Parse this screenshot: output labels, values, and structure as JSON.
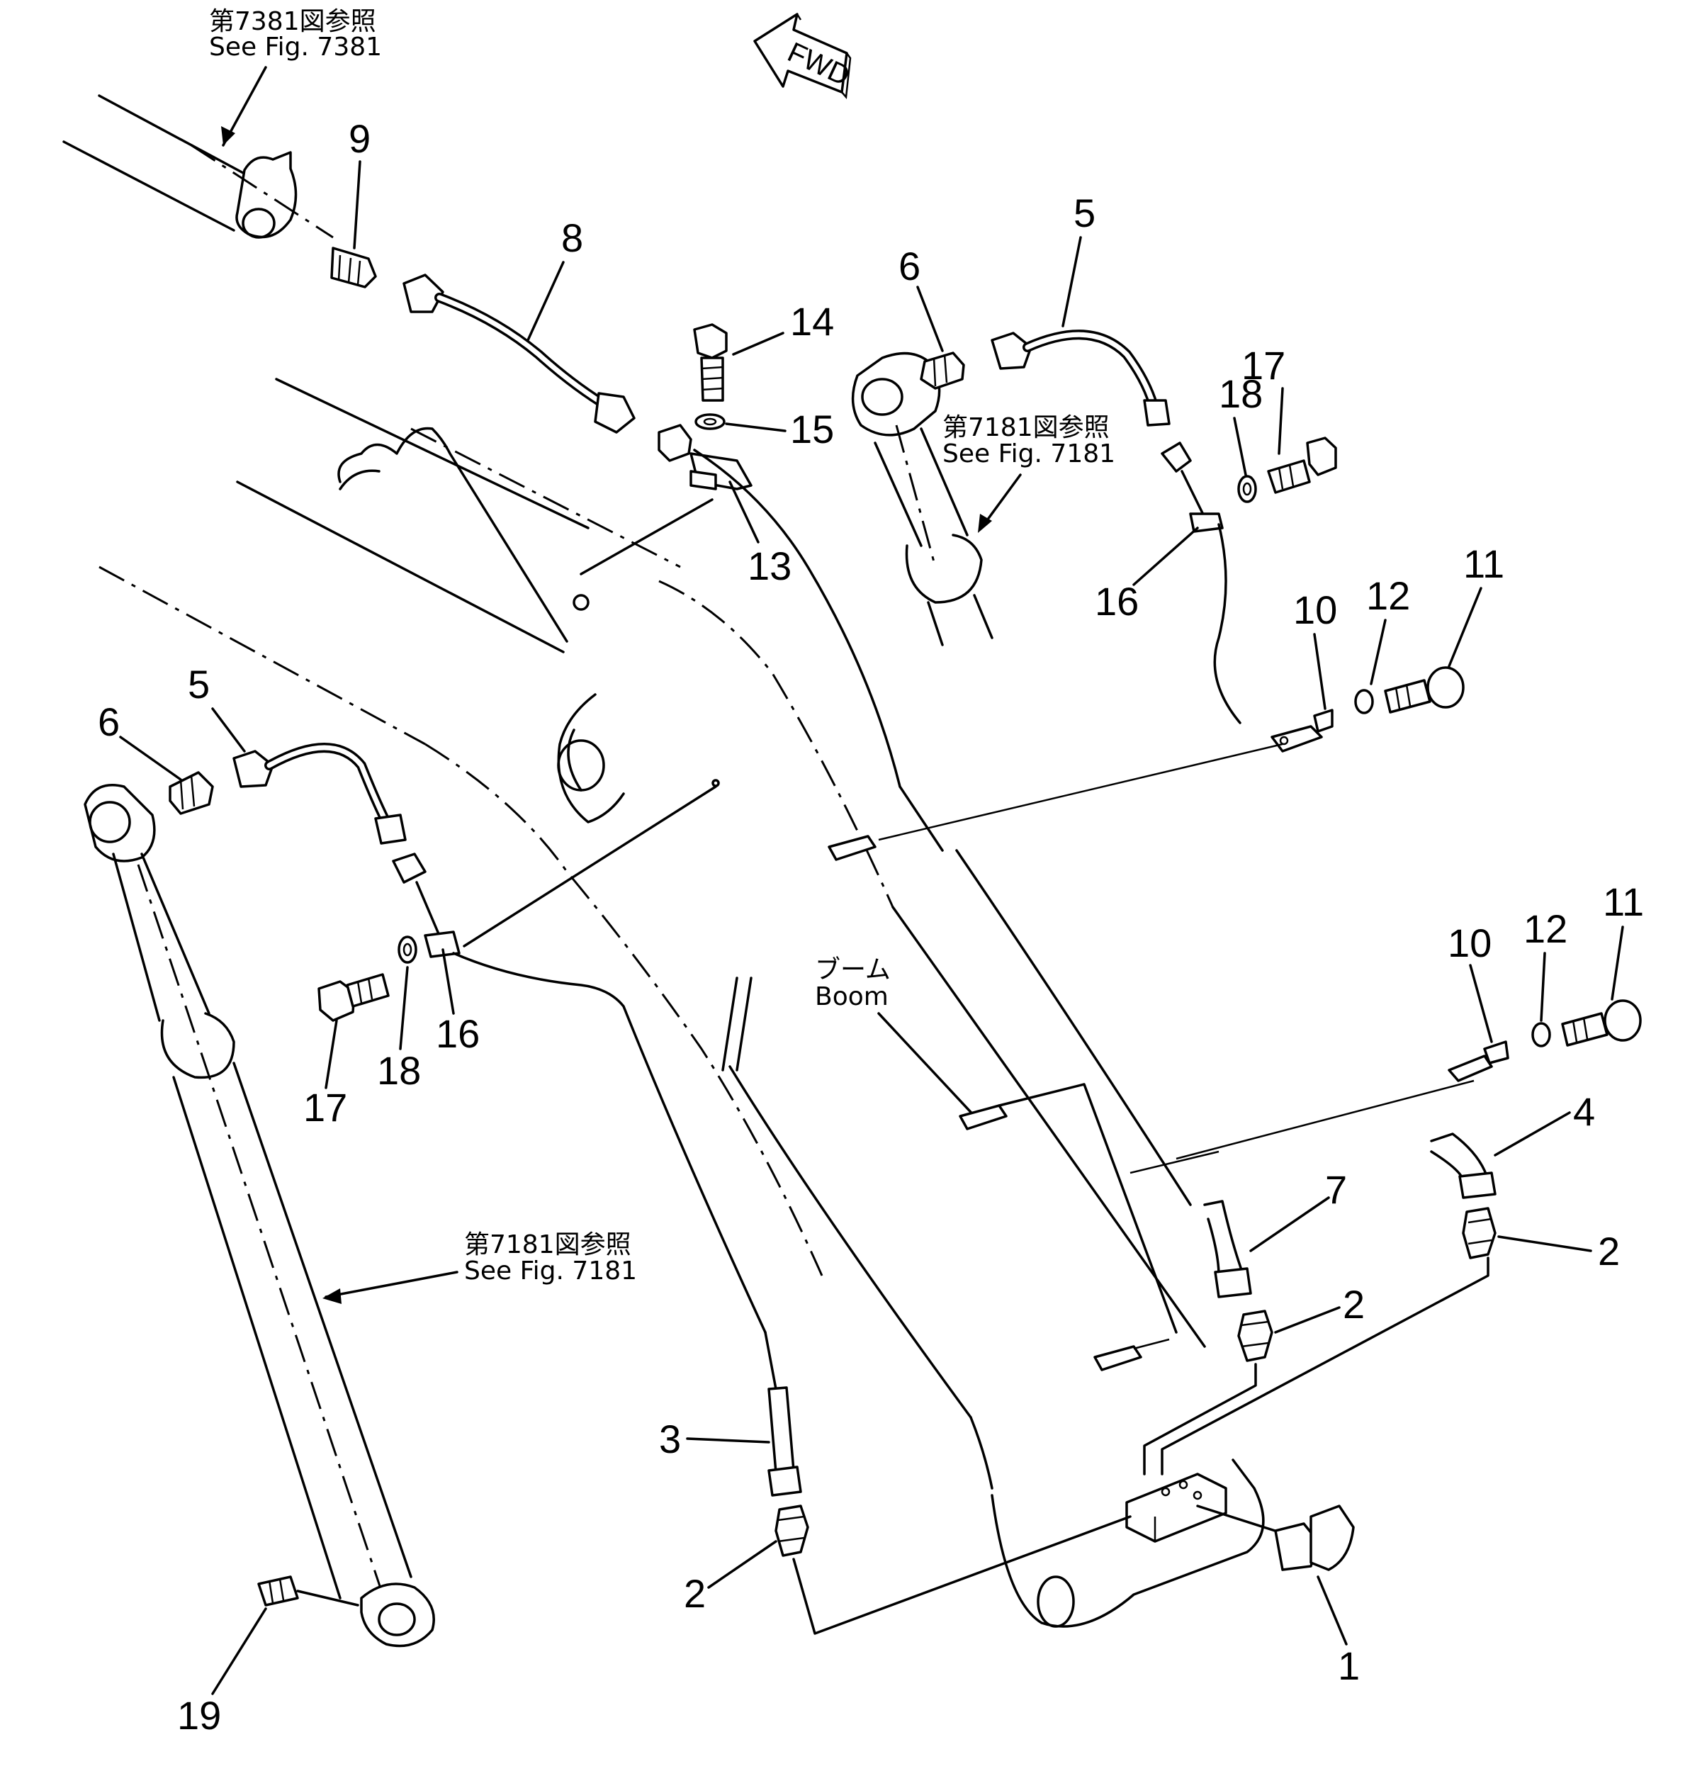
{
  "fwd_label": "FWD",
  "refs": {
    "fig7381": {
      "jp": "第7381図参照",
      "en": "See  Fig.  7381"
    },
    "fig7181_upper": {
      "jp": "第7181図参照",
      "en": "See  Fig.  7181"
    },
    "fig7181_lower": {
      "jp": "第7181図参照",
      "en": "See  Fig.  7181"
    }
  },
  "boom_label": {
    "jp": "ブーム",
    "en": "Boom"
  },
  "callouts": {
    "c9": "9",
    "c8": "8",
    "c14": "14",
    "c15": "15",
    "c13": "13",
    "c6a": "6",
    "c5a": "5",
    "c18a": "18",
    "c17a": "17",
    "c16a": "16",
    "c10a": "10",
    "c12a": "12",
    "c11a": "11",
    "c5b": "5",
    "c6b": "6",
    "c16b": "16",
    "c18b": "18",
    "c17b": "17",
    "c10b": "10",
    "c12b": "12",
    "c11b": "11",
    "c4": "4",
    "c7": "7",
    "c2a": "2",
    "c2b": "2",
    "c2c": "2",
    "c3": "3",
    "c1": "1",
    "c19": "19"
  }
}
